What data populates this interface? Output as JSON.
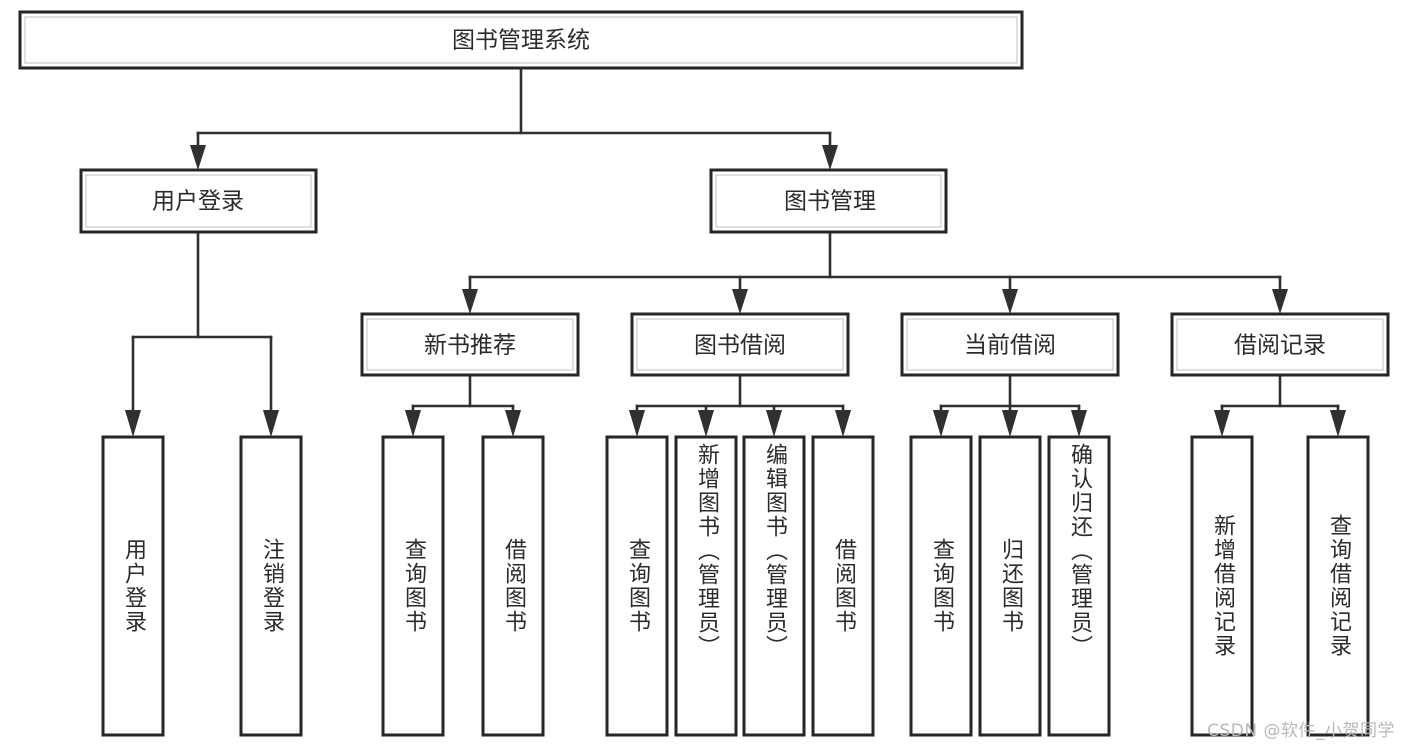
{
  "diagram": {
    "type": "tree",
    "title": "图书管理系统",
    "root": {
      "id": "root",
      "label": "图书管理系统"
    },
    "level2": [
      {
        "id": "user-login",
        "label": "用户登录"
      },
      {
        "id": "book-manage",
        "label": "图书管理"
      }
    ],
    "level3": [
      {
        "id": "new-book-recommend",
        "label": "新书推荐",
        "parent": "book-manage"
      },
      {
        "id": "book-borrow",
        "label": "图书借阅",
        "parent": "book-manage"
      },
      {
        "id": "current-borrow",
        "label": "当前借阅",
        "parent": "book-manage"
      },
      {
        "id": "borrow-record",
        "label": "借阅记录",
        "parent": "book-manage"
      }
    ],
    "leaves": [
      {
        "id": "leaf-user-login",
        "label": "用户登录",
        "parent": "user-login"
      },
      {
        "id": "leaf-logout-login",
        "label": "注销登录",
        "parent": "user-login"
      },
      {
        "id": "leaf-query-book-1",
        "label": "查询图书",
        "parent": "new-book-recommend"
      },
      {
        "id": "leaf-borrow-book-1",
        "label": "借阅图书",
        "parent": "new-book-recommend"
      },
      {
        "id": "leaf-query-book-2",
        "label": "查询图书",
        "parent": "book-borrow"
      },
      {
        "id": "leaf-add-book",
        "label": "新增图书（管理员）",
        "parent": "book-borrow"
      },
      {
        "id": "leaf-edit-book",
        "label": "编辑图书（管理员）",
        "parent": "book-borrow"
      },
      {
        "id": "leaf-borrow-book-2",
        "label": "借阅图书",
        "parent": "book-borrow"
      },
      {
        "id": "leaf-query-book-3",
        "label": "查询图书",
        "parent": "current-borrow"
      },
      {
        "id": "leaf-return-book",
        "label": "归还图书",
        "parent": "current-borrow"
      },
      {
        "id": "leaf-confirm-return",
        "label": "确认归还（管理员）",
        "parent": "current-borrow"
      },
      {
        "id": "leaf-add-record",
        "label": "新增借阅记录",
        "parent": "borrow-record"
      },
      {
        "id": "leaf-query-record",
        "label": "查询借阅记录",
        "parent": "borrow-record"
      }
    ],
    "watermark": "CSDN @软件_小贺同学",
    "colors": {
      "node_border": "#262626",
      "node_fill": "#ffffff",
      "connector": "#303030",
      "text": "#2b2b2b",
      "watermark": "#b9b9b9",
      "background": "#ffffff"
    }
  }
}
